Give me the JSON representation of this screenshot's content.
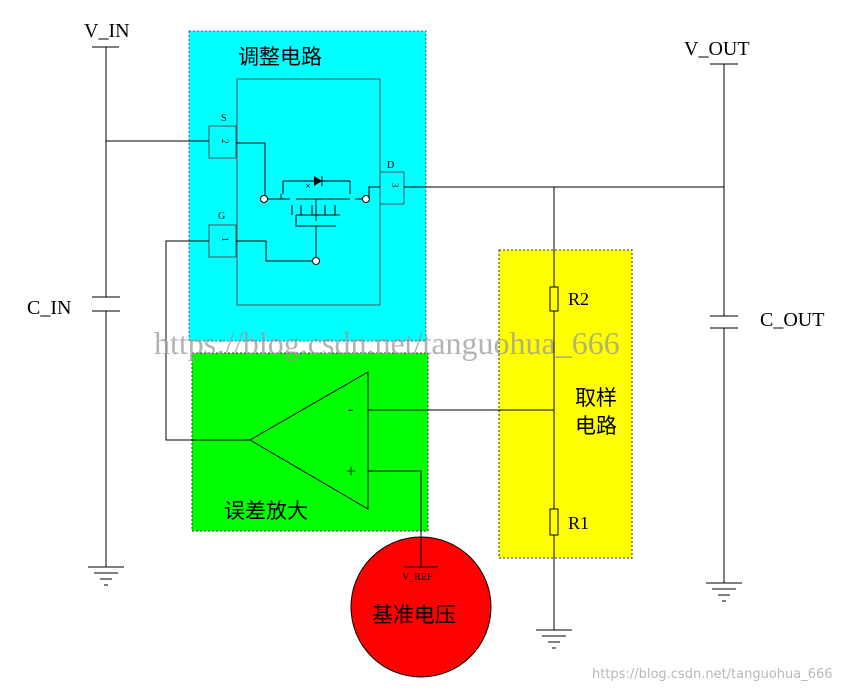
{
  "labels": {
    "v_in": "V_IN",
    "v_out": "V_OUT",
    "c_in": "C_IN",
    "c_out": "C_OUT",
    "regulator": "调整电路",
    "error_amp": "误差放大",
    "sampling_line1": "取样",
    "sampling_line2": "电路",
    "reference": "基准电压",
    "v_ref": "V_REF",
    "r1": "R1",
    "r2": "R2",
    "pin_s": "S",
    "pin_g": "G",
    "pin_d": "D",
    "pin_s_num": "2",
    "pin_g_num": "1",
    "pin_d_num": "3",
    "opamp_minus": "-",
    "opamp_plus": "+",
    "transistor_mark": "×"
  },
  "watermark": {
    "center": "https://blog.csdn.net/tanguohua_666",
    "corner": "https://blog.csdn.net/tanguohua_666"
  },
  "colors": {
    "regulator_fill": "#00ffff",
    "error_amp_fill": "#00ff00",
    "sampling_fill": "#ffff00",
    "reference_fill": "#ff0000"
  }
}
